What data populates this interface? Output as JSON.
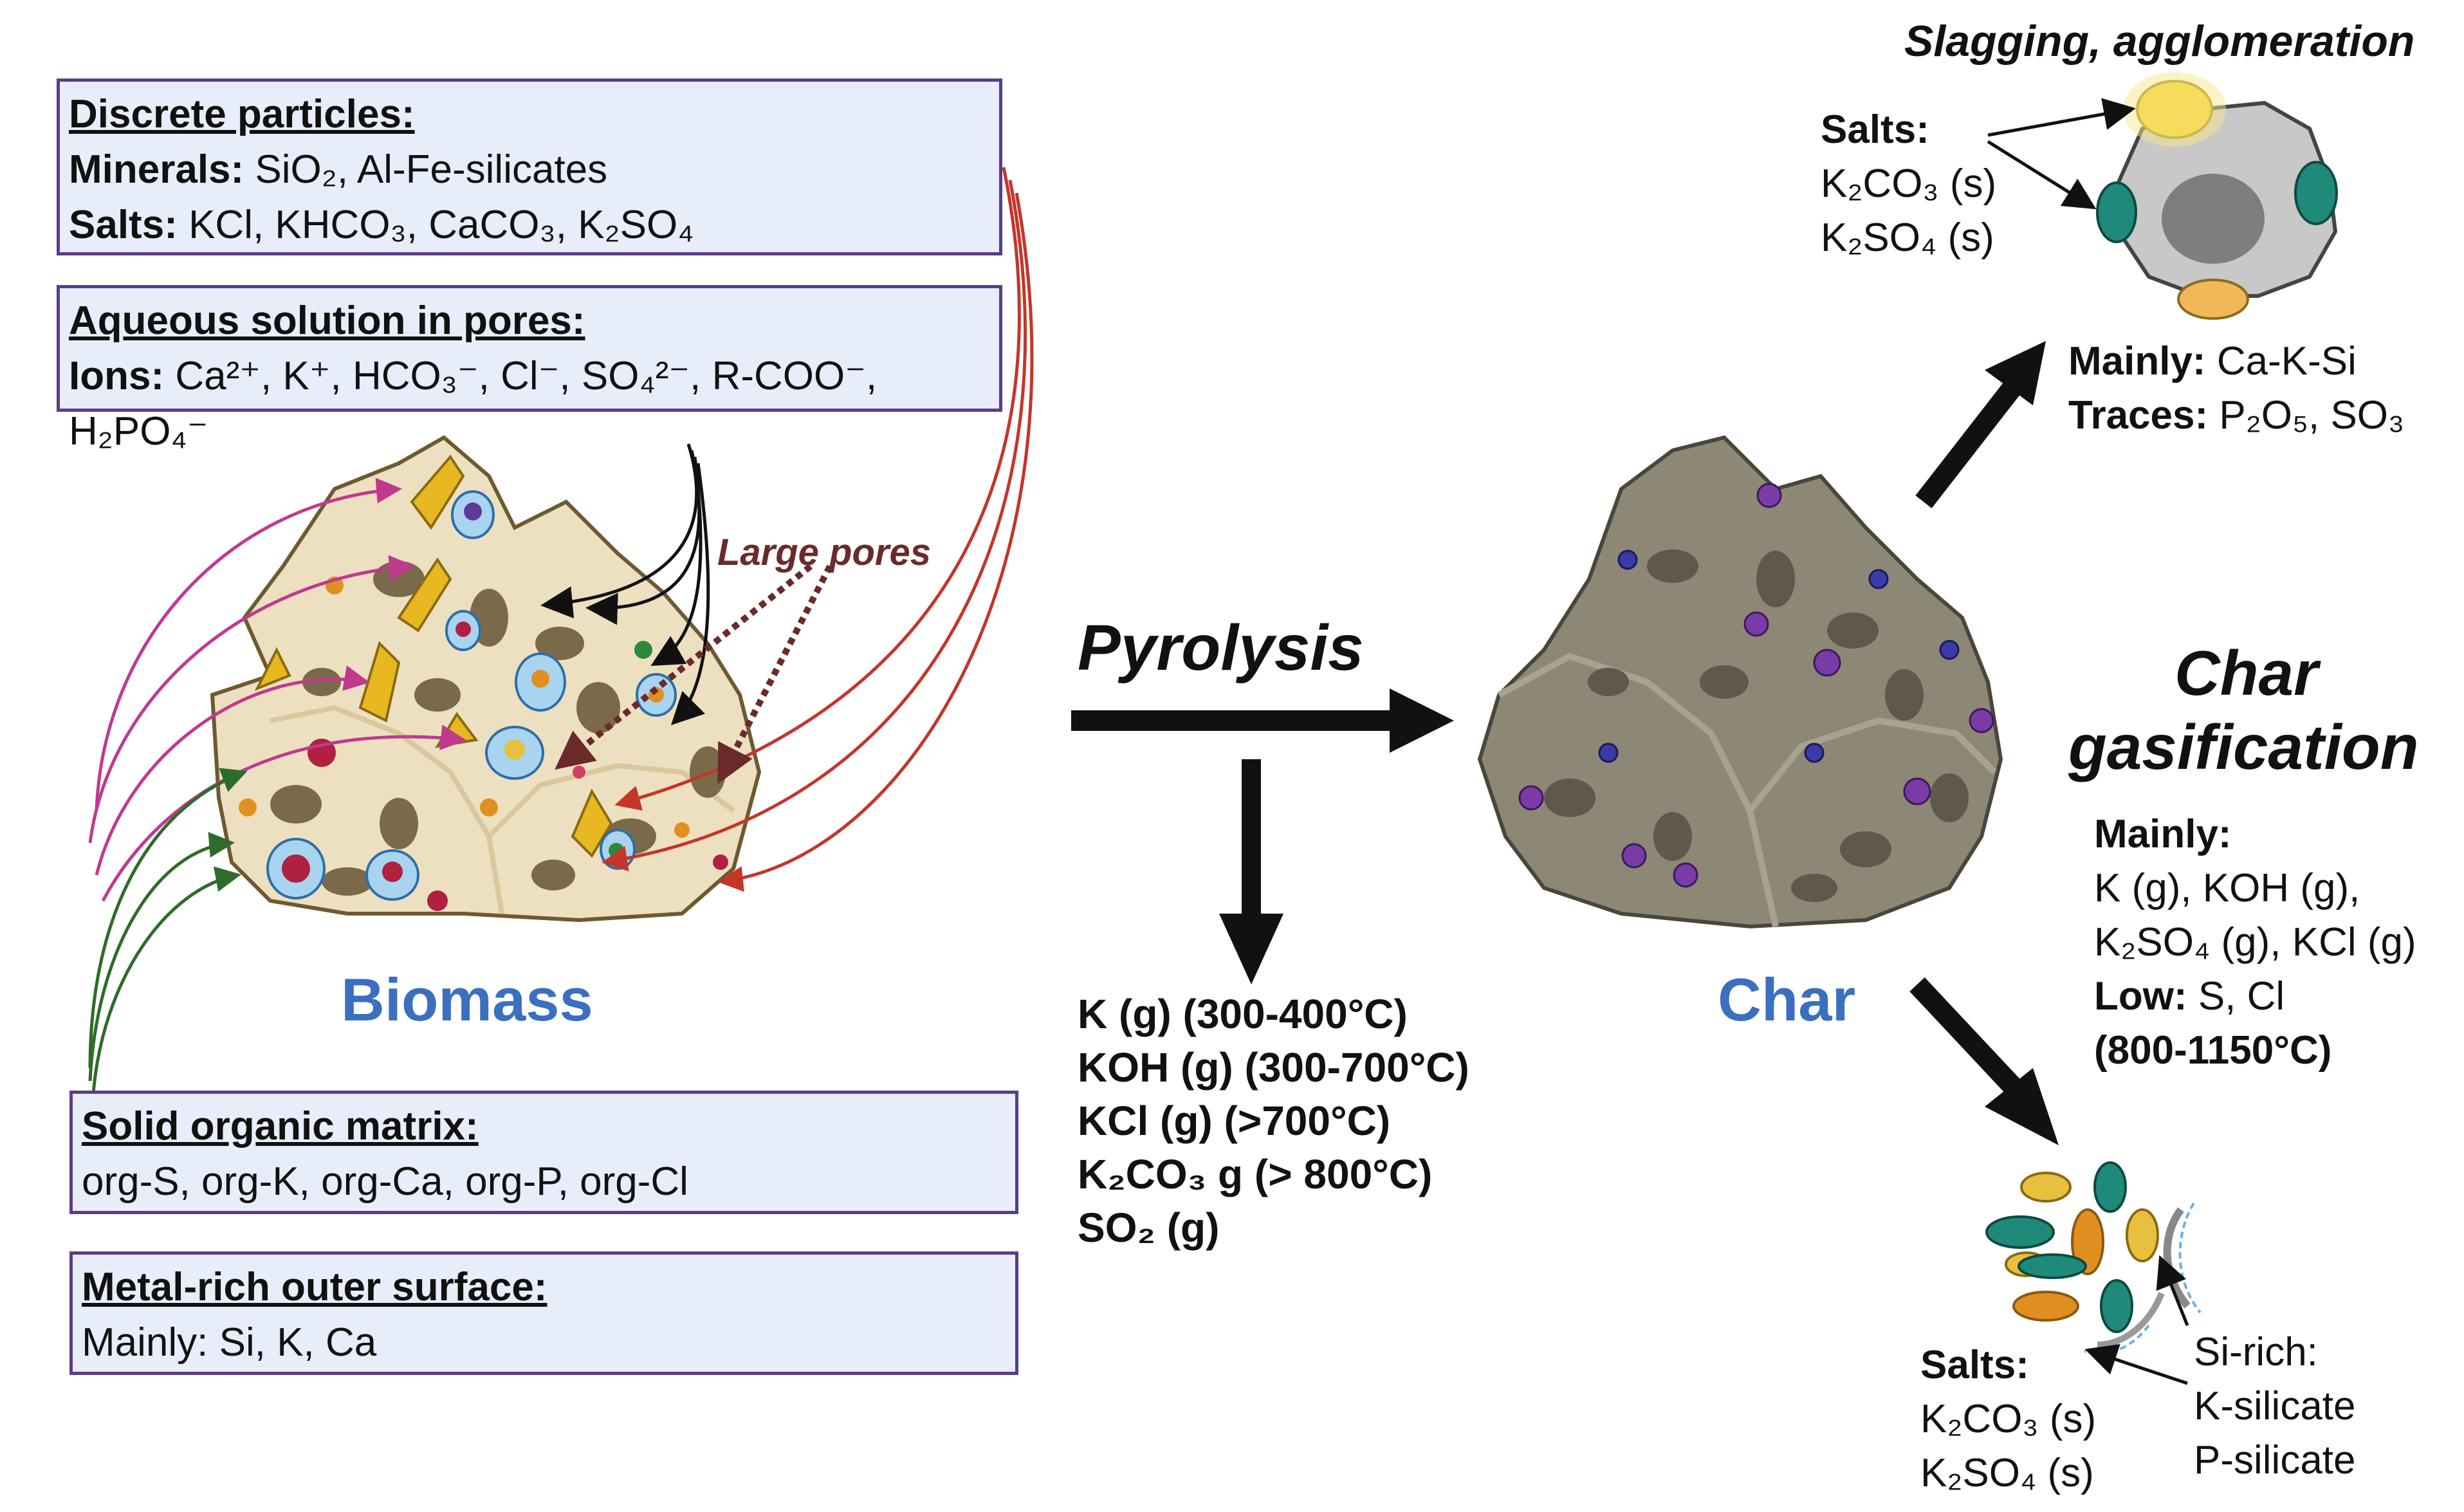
{
  "boxes": {
    "discrete": {
      "title": "Discrete particles:",
      "minerals_label": "Minerals:",
      "minerals_value": " SiO₂, Al-Fe-silicates",
      "salts_label": "Salts:",
      "salts_value": " KCl, KHCO₃, CaCO₃, K₂SO₄"
    },
    "aqueous": {
      "title": "Aqueous solution in pores:",
      "ions_label": "Ions:",
      "ions_value": " Ca²⁺, K⁺, HCO₃⁻, Cl⁻, SO₄²⁻, R-COO⁻, H₂PO₄⁻"
    },
    "organic": {
      "title": "Solid organic matrix:",
      "value": "org-S, org-K, org-Ca, org-P, org-Cl"
    },
    "outer": {
      "title": "Metal-rich outer surface:",
      "value": "Mainly: Si, K, Ca"
    }
  },
  "labels": {
    "large_pores": "Large pores",
    "biomass": "Biomass",
    "pyrolysis": "Pyrolysis",
    "char": "Char",
    "char_gasification_1": "Char",
    "char_gasification_2": "gasification",
    "slagging": "Slagging, agglomeration"
  },
  "pyrolysis_products": [
    "K (g) (300-400°C)",
    "KOH (g) (300-700°C)",
    "KCl (g) (>700°C)",
    "K₂CO₃ g (> 800°C)",
    "SO₂ (g)"
  ],
  "slagging": {
    "salts_label": "Salts:",
    "salts": [
      "K₂CO₃ (s)",
      "K₂SO₄ (s)"
    ],
    "mainly_label": "Mainly:",
    "mainly_value": " Ca-K-Si",
    "traces_label": "Traces:",
    "traces_value": " P₂O₅, SO₃"
  },
  "gasification": {
    "mainly_label": "Mainly:",
    "lines": [
      "K (g), KOH (g),",
      "K₂SO₄ (g), KCl (g)"
    ],
    "low_label": "Low:",
    "low_value": " S, Cl",
    "temp": "(800-1150°C)"
  },
  "ash": {
    "salts_label": "Salts:",
    "salts": [
      "K₂CO₃ (s)",
      "K₂SO₄ (s)"
    ],
    "si_rich": [
      "Si-rich:",
      "K-silicate",
      "P-silicate"
    ]
  },
  "colors": {
    "box_fill": "#e8eef9",
    "box_border": "#5b3b8c",
    "title_blue": "#3b6fc0",
    "magenta_arrow": "#c0398f",
    "red_arrow": "#c4352a",
    "green_arrow": "#2f6b2a",
    "biomass_fill": "#ede0c0",
    "char_fill": "#8d8775",
    "large_pores_color": "#6b2a2a"
  }
}
